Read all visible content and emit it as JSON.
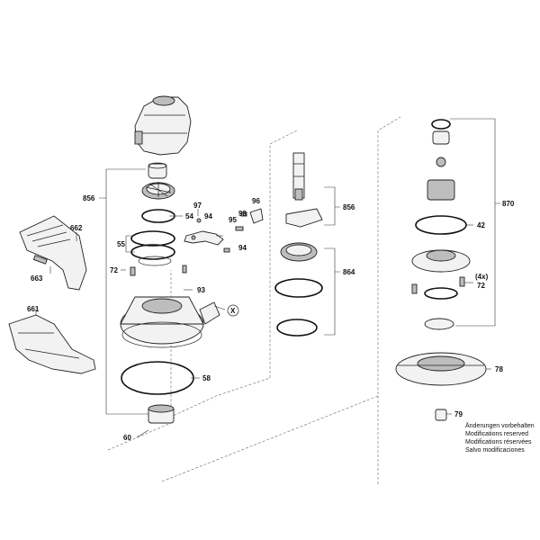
{
  "labels": {
    "p856a": "856",
    "p97": "97",
    "p54": "54",
    "p94a": "94",
    "p96": "96",
    "p98": "98",
    "p95": "95",
    "p94b": "94",
    "p662": "662",
    "p55": "55",
    "p72a": "72",
    "p663": "663",
    "p93": "93",
    "p661": "661",
    "px": "X",
    "p58": "58",
    "p60": "60",
    "p856b": "856",
    "p864": "864",
    "p870": "870",
    "p42": "42",
    "p4x": "(4x)",
    "p72b": "72",
    "p78": "78",
    "p79": "79"
  },
  "notes": [
    "Änderungen vorbehalten",
    "Modifications reserved",
    "Modifications réservées",
    "Salvo modificaciones"
  ]
}
